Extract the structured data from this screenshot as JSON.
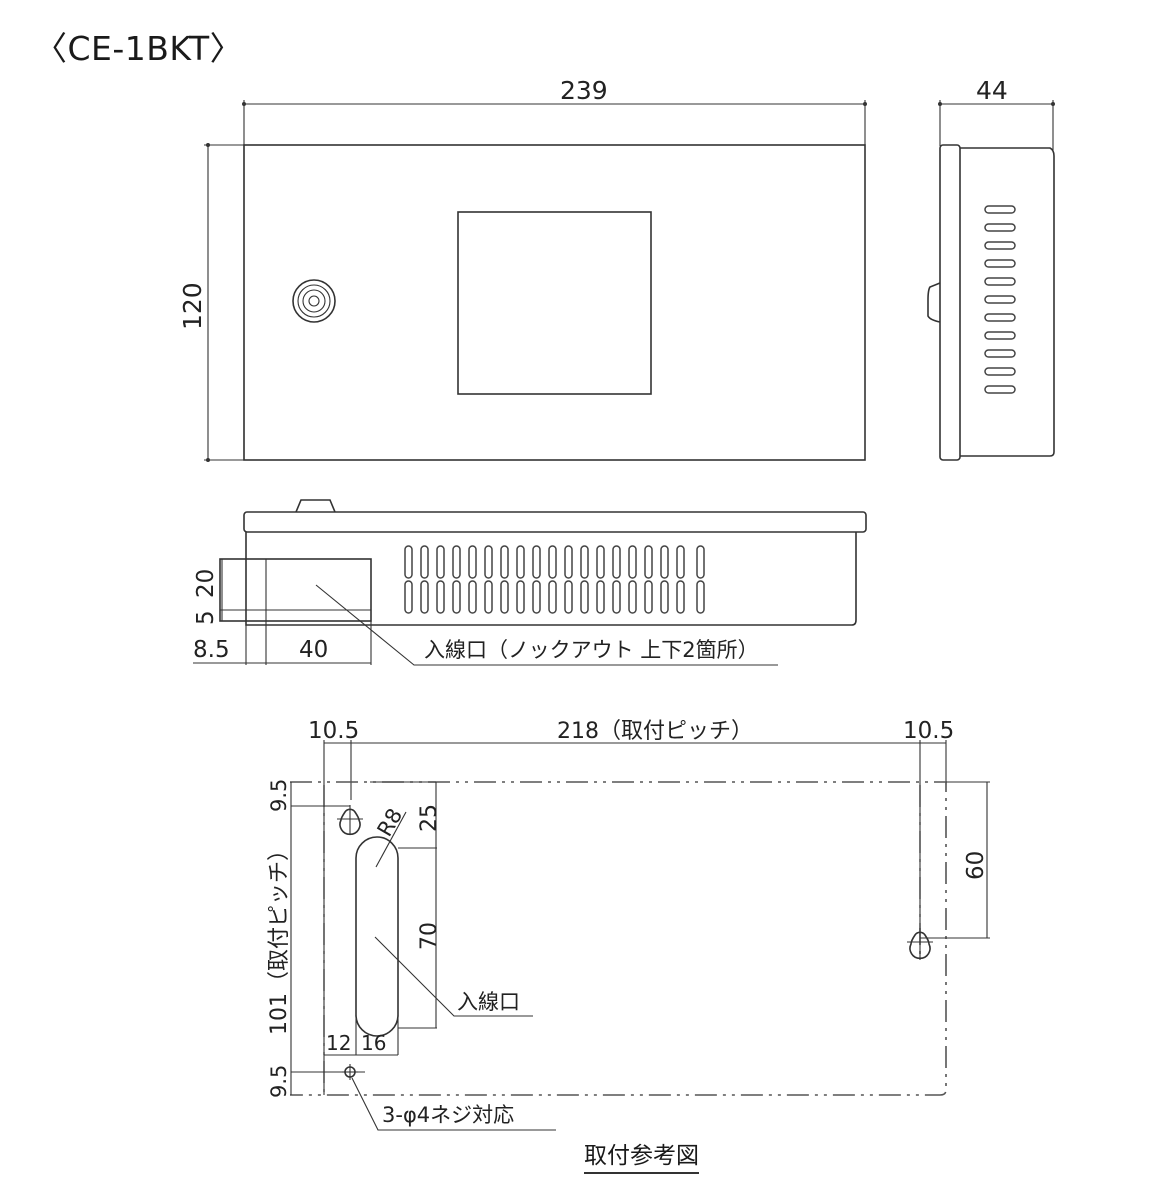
{
  "title": "〈CE-1BKT〉",
  "front_view": {
    "width_label": "239",
    "height_label": "120"
  },
  "side_view": {
    "depth_label": "44",
    "vent_slot_count": 11
  },
  "bottom_view": {
    "vent_rows": 2,
    "vent_slots_per_row": 19,
    "dims": {
      "knockout_height": "20",
      "knockout_offset": "5",
      "left_offset": "8.5",
      "knockout_width": "40"
    },
    "callout": "入線口（ノックアウト 上下2箇所）"
  },
  "mounting_view": {
    "dims": {
      "left_margin": "10.5",
      "horizontal_pitch": "218（取付ピッチ）",
      "right_margin": "10.5",
      "top_margin": "9.5",
      "vertical_pitch": "101（取付ピッチ）",
      "bottom_margin": "9.5",
      "slot_radius": "R8",
      "slot_top_offset": "25",
      "slot_length": "70",
      "slot_left_offset": "12",
      "slot_width": "16",
      "right_hole_drop": "60"
    },
    "slot_callout": "入線口",
    "screw_callout": "3-φ4ネジ対応",
    "caption": "取付参考図"
  }
}
